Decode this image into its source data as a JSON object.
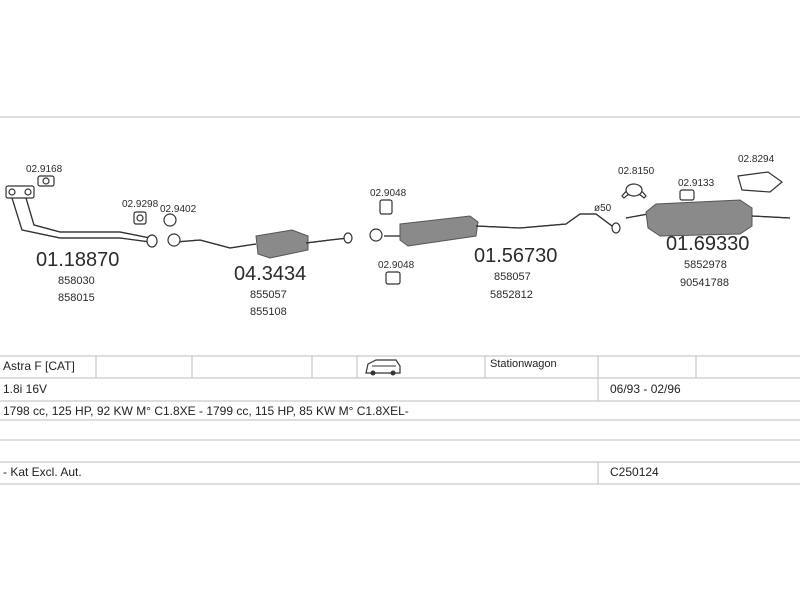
{
  "diagram": {
    "parts": {
      "p1": {
        "number": "01.18870",
        "refs": [
          "858030",
          "858015"
        ]
      },
      "p2": {
        "number": "04.3434",
        "refs": [
          "855057",
          "855108"
        ]
      },
      "p3": {
        "number": "01.56730",
        "refs": [
          "858057",
          "5852812"
        ]
      },
      "p4": {
        "number": "01.69330",
        "refs": [
          "5852978",
          "90541788"
        ]
      }
    },
    "fittings": {
      "f9168": "02.9168",
      "f9298": "02.9298",
      "f9402": "02.9402",
      "f9048a": "02.9048",
      "f9048b": "02.9048",
      "f8150": "02.8150",
      "f9133": "02.9133",
      "f8294": "02.8294"
    },
    "diameter_note": "ø50"
  },
  "table": {
    "row1": {
      "model": "Astra F  [CAT]",
      "body": "Stationwagon",
      "icon": "station-wagon-icon"
    },
    "row2": {
      "engine": "1.8i 16V",
      "dates": "06/93 - 02/96"
    },
    "row3": {
      "spec": "1798 cc, 125 HP, 92 KW M° C1.8XE - 1799 cc, 115 HP, 85 KW M° C1.8XEL-"
    },
    "row5": {
      "note": "- Kat Excl. Aut.",
      "code": "C250124"
    }
  }
}
